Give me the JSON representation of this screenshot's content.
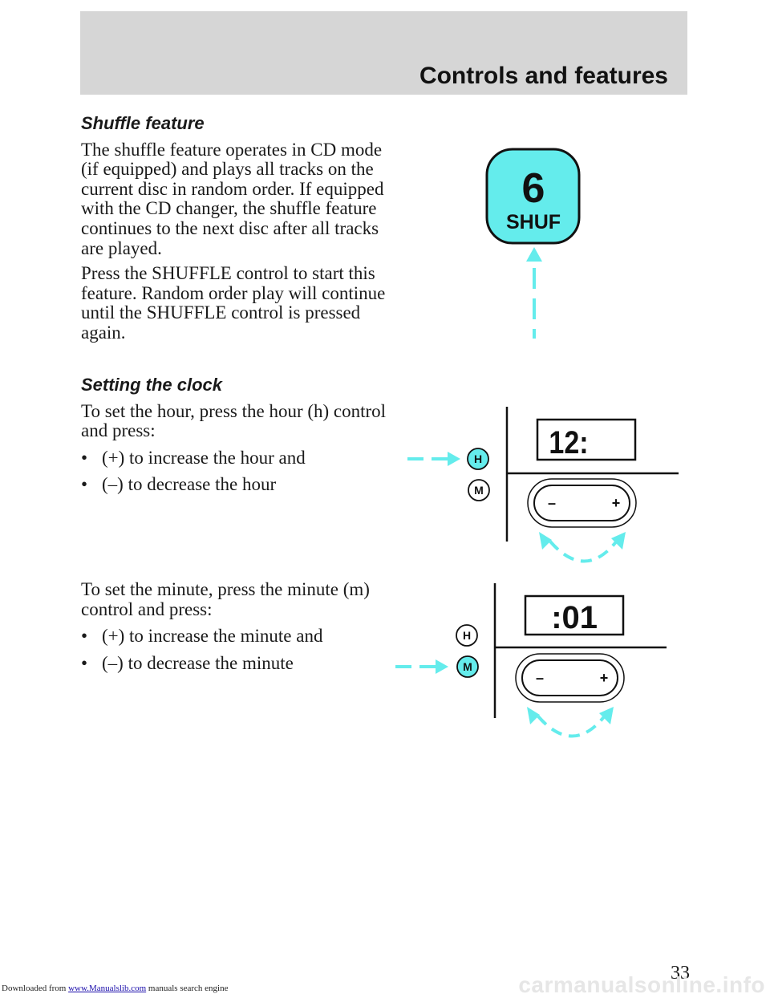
{
  "header": {
    "title": "Controls and features"
  },
  "shuffle": {
    "heading": "Shuffle feature",
    "para1": "The shuffle feature operates in CD mode (if equipped) and plays all tracks on the current disc in random order. If equipped with the CD changer, the shuffle feature continues to the next disc after all tracks are played.",
    "para2": "Press the SHUFFLE control to start this feature. Random order play will continue until the SHUFFLE control is pressed again."
  },
  "clock": {
    "heading": "Setting the clock",
    "hour_intro": "To set the hour, press the hour (h) control and press:",
    "hour_bullets": [
      "(+) to increase the hour and",
      "(–) to decrease the hour"
    ],
    "minute_intro": "To set the minute, press the minute (m) control and press:",
    "minute_bullets": [
      "(+) to increase the minute and",
      "(–) to decrease the minute"
    ]
  },
  "figures": {
    "shuffle_button": {
      "number": "6",
      "label": "SHUF"
    },
    "hour_display": "12:",
    "minute_display": ":01",
    "h_label": "H",
    "m_label": "M",
    "minus_label": "–",
    "plus_label": "+",
    "accent_color": "#64ecec"
  },
  "page_number": "33",
  "footer": {
    "prefix": "Downloaded from ",
    "link": "www.Manualslib.com",
    "suffix": " manuals search engine",
    "watermark": "carmanualsonline.info"
  }
}
